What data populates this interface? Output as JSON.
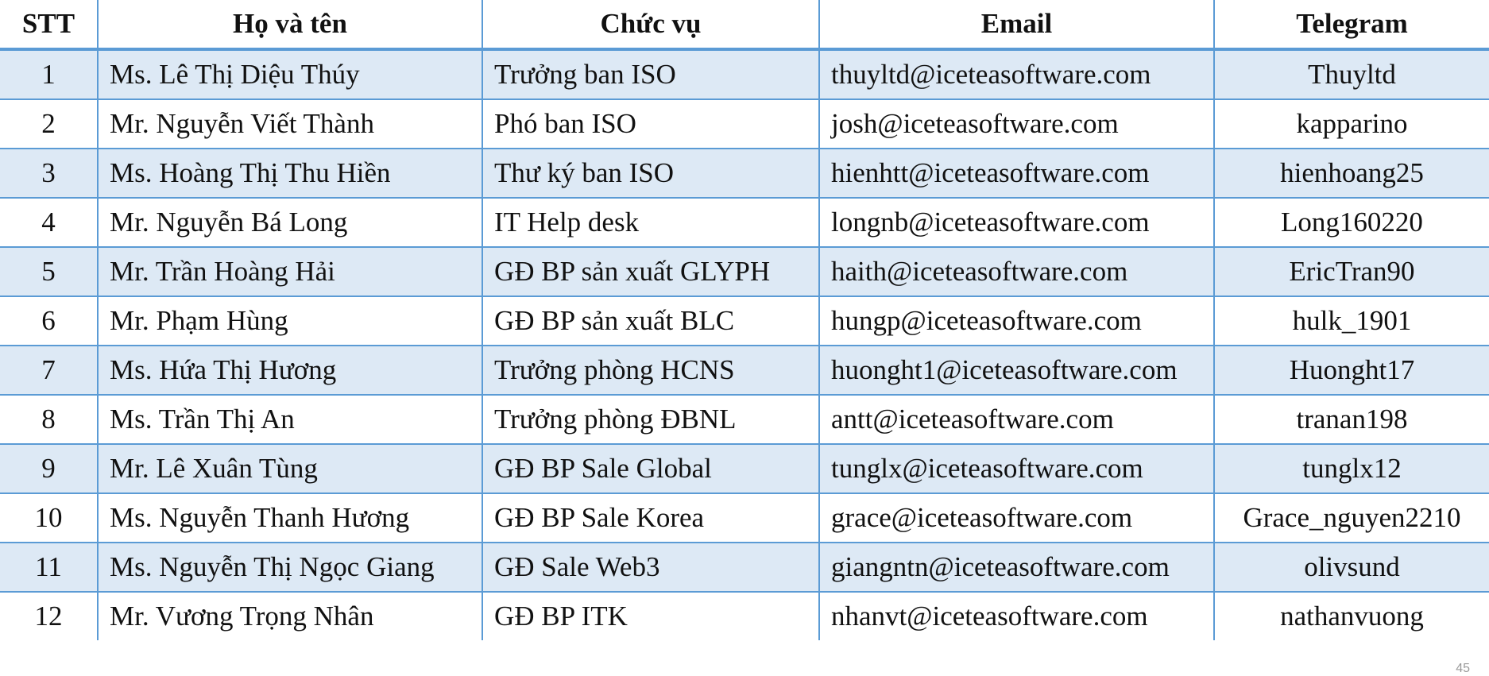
{
  "table": {
    "headers": [
      "STT",
      "Họ và tên",
      "Chức vụ",
      "Email",
      "Telegram"
    ],
    "rows": [
      [
        "1",
        "Ms. Lê Thị Diệu Thúy",
        "Trưởng ban ISO",
        "thuyltd@iceteasoftware.com",
        "Thuyltd"
      ],
      [
        "2",
        "Mr. Nguyễn Viết Thành",
        "Phó ban ISO",
        "josh@iceteasoftware.com",
        "kapparino"
      ],
      [
        "3",
        "Ms. Hoàng Thị Thu Hiền",
        "Thư ký ban ISO",
        "hienhtt@iceteasoftware.com",
        "hienhoang25"
      ],
      [
        "4",
        "Mr. Nguyễn Bá Long",
        "IT Help desk",
        "longnb@iceteasoftware.com",
        "Long160220"
      ],
      [
        "5",
        "Mr. Trần Hoàng Hải",
        "GĐ BP sản xuất GLYPH",
        "haith@iceteasoftware.com",
        "EricTran90"
      ],
      [
        "6",
        "Mr. Phạm Hùng",
        "GĐ BP sản xuất BLC",
        "hungp@iceteasoftware.com",
        "hulk_1901"
      ],
      [
        "7",
        "Ms. Hứa Thị Hương",
        "Trưởng phòng HCNS",
        "huonght1@iceteasoftware.com",
        "Huonght17"
      ],
      [
        "8",
        "Ms. Trần Thị An",
        "Trưởng phòng ĐBNL",
        "antt@iceteasoftware.com",
        "tranan198"
      ],
      [
        "9",
        "Mr. Lê Xuân Tùng",
        "GĐ BP Sale Global",
        "tunglx@iceteasoftware.com",
        "tunglx12"
      ],
      [
        "10",
        "Ms. Nguyễn Thanh Hương",
        "GĐ BP Sale Korea",
        "grace@iceteasoftware.com",
        "Grace_nguyen2210"
      ],
      [
        "11",
        "Ms. Nguyễn Thị Ngọc Giang",
        "GĐ Sale Web3",
        "giangntn@iceteasoftware.com",
        "olivsund"
      ],
      [
        "12",
        "Mr. Vương Trọng Nhân",
        "GĐ BP ITK",
        "nhanvt@iceteasoftware.com",
        "nathanvuong"
      ]
    ]
  },
  "page_number": "45",
  "colors": {
    "border": "#5b9bd5",
    "band": "#dde9f5"
  }
}
